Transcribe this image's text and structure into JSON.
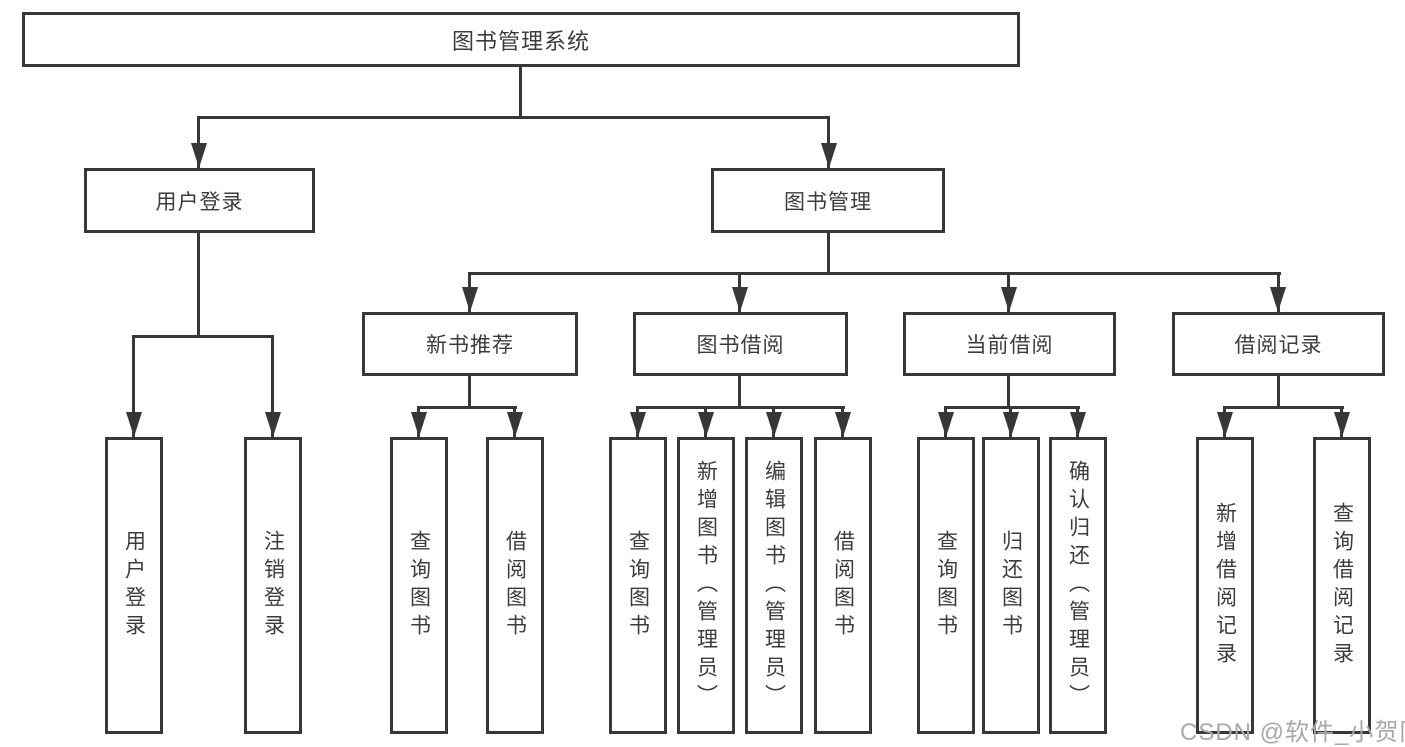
{
  "tree": {
    "root": {
      "label": "图书管理系统"
    },
    "level2": [
      {
        "label": "用户登录",
        "children": [
          {
            "label": "用户登录"
          },
          {
            "label": "注销登录"
          }
        ]
      },
      {
        "label": "图书管理"
      }
    ],
    "groups": [
      {
        "label": "新书推荐",
        "children": [
          {
            "label": "查询图书"
          },
          {
            "label": "借阅图书"
          }
        ]
      },
      {
        "label": "图书借阅",
        "children": [
          {
            "label": "查询图书"
          },
          {
            "label": "新增图书（管理员）"
          },
          {
            "label": "编辑图书（管理员）"
          },
          {
            "label": "借阅图书"
          }
        ]
      },
      {
        "label": "当前借阅",
        "children": [
          {
            "label": "查询图书"
          },
          {
            "label": "归还图书"
          },
          {
            "label": "确认归还（管理员）"
          }
        ]
      },
      {
        "label": "借阅记录",
        "children": [
          {
            "label": "新增借阅记录"
          },
          {
            "label": "查询借阅记录"
          }
        ]
      }
    ]
  },
  "watermark": {
    "text": "CSDN @软件_小贺同学"
  },
  "colors": {
    "line": "#373737",
    "text": "#3c3c3c",
    "box_bg": "#ffffff",
    "watermark": "#a8a8a8"
  }
}
